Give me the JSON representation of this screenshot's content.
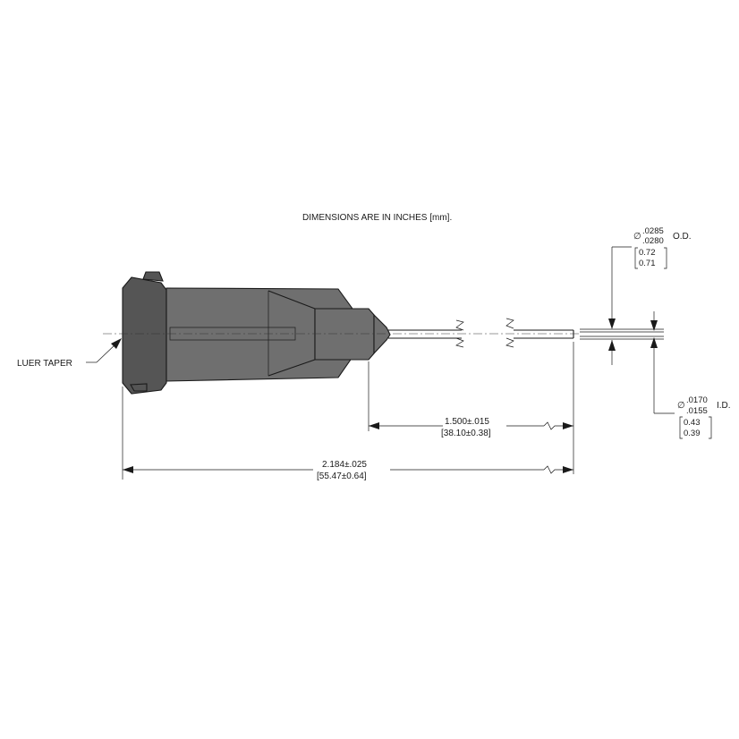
{
  "notes": {
    "units": "DIMENSIONS ARE IN INCHES [mm]."
  },
  "callouts": {
    "luer_taper": "LUER TAPER"
  },
  "dimensions": {
    "od": {
      "symbol": "∅",
      "upper": ".0285",
      "lower": ".0280",
      "label": "O.D.",
      "mm_upper": "0.72",
      "mm_lower": "0.71"
    },
    "id": {
      "symbol": "∅",
      "upper": ".0170",
      "lower": ".0155",
      "label": "I.D.",
      "mm_upper": "0.43",
      "mm_lower": "0.39"
    },
    "needle_length": {
      "inch": "1.500±.015",
      "mm": "[38.10±0.38]"
    },
    "overall_length": {
      "inch": "2.184±.025",
      "mm": "[55.47±0.64]"
    }
  },
  "colors": {
    "hub": "#6f6f6f",
    "lines": "#1a1a1a"
  }
}
